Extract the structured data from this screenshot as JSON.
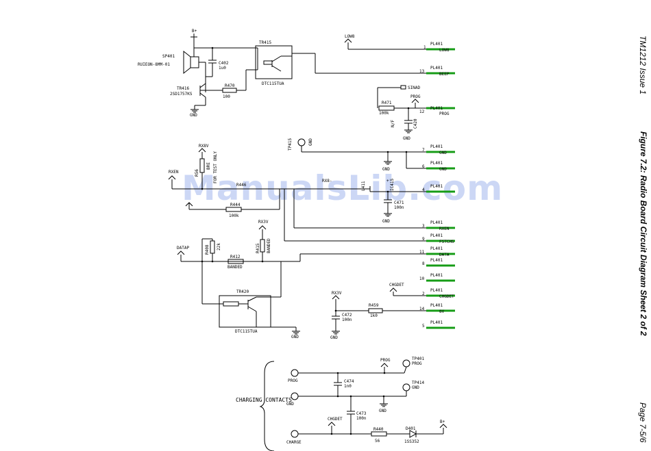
{
  "sidebar": {
    "issue": "TM1212 Issue 1",
    "figure_title": "Figure 7.2: Radio Board Circuit Diagram Sheet 2 of 2",
    "page": "Page 7-5/6"
  },
  "watermark": "ManualsLib.com",
  "labels": {
    "plus": "+",
    "b_plus": "B+",
    "sp401": "SP401",
    "ruieon": "RUIEON-8MM-01",
    "c402": "C402",
    "c402_val": "1u0",
    "tr415": "TR415",
    "tr415_part": "DTC115TUA",
    "tr416": "TR416",
    "tr416_part": "2SD1757KS",
    "r470": "R470",
    "r470_val": "100",
    "gnd": "GND",
    "low8": "LOW8",
    "pl401": "PL401",
    "pin_low8": "LOW8",
    "pin_beep": "BEEP",
    "sinad": "SINAD",
    "r471": "R471",
    "r471_val": "100k",
    "c420": "C420",
    "nf": "N/F",
    "prog": "PROG",
    "pin_prog": "PROG",
    "tp415": "TP415",
    "rx8v": "RX8V",
    "rx8": "RX8-",
    "r56": "R56",
    "r56_val": "BRE",
    "test_only": "FOR TEST ONLY",
    "rxen": "RXEN",
    "r446": "R446",
    "r444": "R444",
    "r444_val": "100k",
    "l411": "L411",
    "ic415": "IC415",
    "c471": "C471",
    "c471_val": "100n",
    "pin_gnd": "GND",
    "pin_rxen": "RXEN",
    "pin_fstchs": "FSTCHS",
    "pin_data": "DATA",
    "datap": "DATAP",
    "r408": "R408",
    "r408_val": "22k",
    "r412": "R412",
    "r412_val": "BANDED",
    "r415": "R415",
    "r415_val": "BANDED",
    "rx3v": "RX3V",
    "tr420": "TR420",
    "tr420_part": "DTC115TUA",
    "chgdet": "CHGDET",
    "pin_chgdet": "CHGDET",
    "c472": "C472",
    "c472_val": "100n",
    "r459": "R459",
    "r459_val": "1k0",
    "pin_8v": "8V",
    "charging_contacts": "CHARGING CONTACTS",
    "c474": "C474",
    "c474_val": "1n0",
    "c473": "C473",
    "c473_val": "100n",
    "tp401": "TP401",
    "tp414": "TP414",
    "r440": "R440",
    "r440_val": "56",
    "d401": "D401",
    "d401_part": "1SS352",
    "charge": "CHARGE"
  },
  "pins": [
    {
      "num": "1",
      "name": "LOW8"
    },
    {
      "num": "13",
      "name": "BEEP"
    },
    {
      "num": "12",
      "name": "PROG"
    },
    {
      "num": "7",
      "name": "GND"
    },
    {
      "num": "6",
      "name": "GND"
    },
    {
      "num": "4",
      "name": ""
    },
    {
      "num": "3",
      "name": "RXEN"
    },
    {
      "num": "9",
      "name": "FSTCHS"
    },
    {
      "num": "11",
      "name": "DATA"
    },
    {
      "num": "8",
      "name": ""
    },
    {
      "num": "10",
      "name": ""
    },
    {
      "num": "2",
      "name": "CHGDET"
    },
    {
      "num": "14",
      "name": "8V"
    },
    {
      "num": "5",
      "name": ""
    }
  ]
}
